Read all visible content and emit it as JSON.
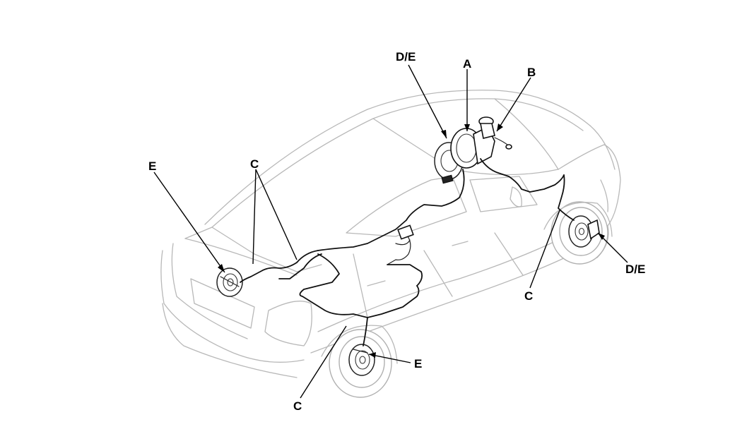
{
  "callouts": {
    "top_de": "D/E",
    "a": "A",
    "b": "B",
    "left_e": "E",
    "left_c": "C",
    "right_de": "D/E",
    "right_c": "C",
    "front_e": "E",
    "bottom_c": "C"
  }
}
